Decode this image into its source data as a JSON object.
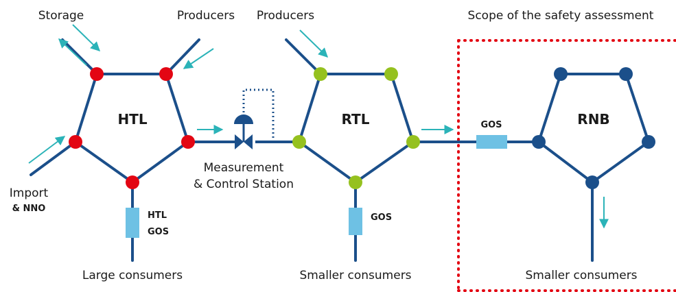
{
  "labels": {
    "storage": "Storage",
    "producers_left": "Producers",
    "producers_right": "Producers",
    "scope": "Scope of the safety assessment",
    "htl": "HTL",
    "rtl": "RTL",
    "rnb": "RNB",
    "gos_right": "GOS",
    "measurement_line1": "Measurement",
    "measurement_line2": "& Control Station",
    "import_line1": "Import",
    "import_line2": "& NNO",
    "htl_gos_line1": "HTL",
    "htl_gos_line2": "GOS",
    "rtl_gos": "GOS",
    "large_consumers": "Large consumers",
    "smaller_consumers_mid": "Smaller consumers",
    "smaller_consumers_right": "Smaller consumers"
  },
  "colors": {
    "pipe": "#1b4f8a",
    "arrow": "#2bb3b8",
    "node_htl": "#e30613",
    "node_rtl": "#95c11f",
    "node_rnb": "#1b4f8a",
    "station_box": "#6ec1e4",
    "scope_border": "#e30613"
  }
}
